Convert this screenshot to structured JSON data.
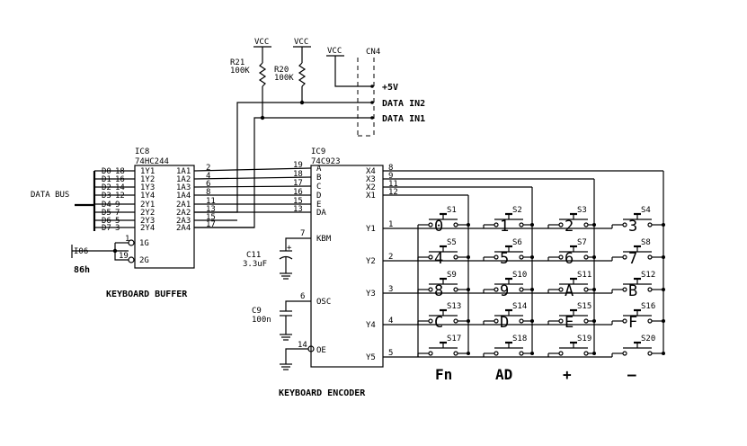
{
  "vcc": "VCC",
  "connector": {
    "name": "CN4",
    "pins": [
      "+5V",
      "DATA IN2",
      "DATA IN1"
    ]
  },
  "resistors": [
    {
      "ref": "R21",
      "value": "100K"
    },
    {
      "ref": "R20",
      "value": "100K"
    }
  ],
  "ic8": {
    "ref": "IC8",
    "part": "74HC244",
    "left_pins": [
      "1Y1",
      "1Y2",
      "1Y3",
      "1Y4",
      "2Y1",
      "2Y2",
      "2Y3",
      "2Y4"
    ],
    "right_pins": [
      "1A1",
      "1A2",
      "1A3",
      "1A4",
      "2A1",
      "2A2",
      "2A3",
      "2A4"
    ],
    "right_nums": [
      "2",
      "4",
      "6",
      "8",
      "11",
      "13",
      "15",
      "17"
    ],
    "data_lines": [
      "D0",
      "D1",
      "D2",
      "D3",
      "D4",
      "D5",
      "D6",
      "D7"
    ],
    "data_nums": [
      "18",
      "16",
      "14",
      "12",
      "9",
      "7",
      "5",
      "3"
    ],
    "enable_pins": [
      "1G",
      "2G"
    ],
    "enable_nums": [
      "1",
      "19"
    ]
  },
  "data_bus": "DATA BUS",
  "io_signal": "I06",
  "address": "86h",
  "keyboard_buffer": "KEYBOARD BUFFER",
  "ic9": {
    "ref": "IC9",
    "part": "74C923",
    "left_pins": [
      "A",
      "B",
      "C",
      "D",
      "E",
      "DA"
    ],
    "left_nums": [
      "19",
      "18",
      "17",
      "16",
      "15",
      "13"
    ],
    "kbm": "KBM",
    "kbm_num": "7",
    "osc": "OSC",
    "osc_num": "6",
    "oe": "OE",
    "oe_num": "14",
    "x_pins": [
      "X4",
      "X3",
      "X2",
      "X1"
    ],
    "x_nums": [
      "8",
      "9",
      "11",
      "12"
    ],
    "y_pins": [
      "Y1",
      "Y2",
      "Y3",
      "Y4",
      "Y5"
    ],
    "y_nums": [
      "1",
      "2",
      "3",
      "4",
      "5"
    ]
  },
  "c11": {
    "ref": "C11",
    "value": "3.3uF"
  },
  "c9": {
    "ref": "C9",
    "value": "100n"
  },
  "keyboard_encoder": "KEYBOARD ENCODER",
  "switches": [
    "S1",
    "S2",
    "S3",
    "S4",
    "S5",
    "S6",
    "S7",
    "S8",
    "S9",
    "S10",
    "S11",
    "S12",
    "S13",
    "S14",
    "S15",
    "S16",
    "S17",
    "S18",
    "S19",
    "S20"
  ],
  "keys": [
    "0",
    "1",
    "2",
    "3",
    "4",
    "5",
    "6",
    "7",
    "8",
    "9",
    "A",
    "B",
    "C",
    "D",
    "E",
    "F"
  ],
  "bottom_keys": [
    "Fn",
    "AD",
    "+",
    "—"
  ]
}
